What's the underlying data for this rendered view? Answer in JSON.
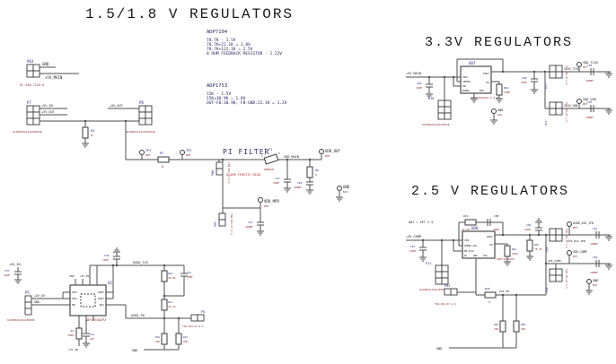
{
  "titles": {
    "v15": "1.5/1.8 V REGULATORS",
    "v33": "3.3V REGULATORS",
    "v25": "2.5 V REGULATORS",
    "pi": "PI FILTER"
  },
  "notes": {
    "adp7104_title": "ADP7104",
    "adp7104_l1": "78.7K - 1.5V",
    "adp7104_l2": "78.7K+22.1K = 1.8V",
    "adp7104_l3": "78.7K+122.1K = 2.5V",
    "adp7104_l4": "0 OHM FEEDBACK RESISTOR - 1.22V",
    "adp1753_title": "ADP1753",
    "adp1753_l1": "15K - 1.5V",
    "adp1753_l2": "15K+30.9K = 1.8V",
    "adp1753_l3": "OUT-FB:30.9K, FB-GND:22.1K = 1.2V",
    "ferrite": "0 OHM FERRITE BEAD",
    "adj": "ADJ = SET 2.5"
  },
  "colors": {
    "ref": "#26267e",
    "value": "#8a2525",
    "net": "#1a1a1a",
    "wire": "#4d4d4d",
    "red_note": "#c03a3a"
  },
  "left": {
    "p03": {
      "ref": "P03",
      "part": "SL.530.1225.0",
      "net1": "GND",
      "net2": "+5V_MAIN"
    },
    "p7": {
      "ref": "P7",
      "part": "61300621121GCEXPCB",
      "net1": "+5V_IN",
      "net2": "+5V_OUT"
    },
    "p8": {
      "ref": "P8",
      "part": "61300621121GCEXPCB",
      "net1": "+5V_OUT"
    },
    "r4": {
      "ref": "R4",
      "val": "0"
    },
    "tp1": {
      "ref": "TP1",
      "val": "WHT"
    },
    "tp2": {
      "ref": "TP2",
      "val": "WHT"
    },
    "r7": {
      "ref": "R7",
      "val": "0"
    },
    "p06": {
      "ref": "P06",
      "part": "TSW-102-07-G-S"
    },
    "p07": {
      "ref": "P07",
      "part": "TSW-102-07-G-S"
    },
    "f1": {
      "ref": "F1",
      "val": "0805GH",
      "pin1": "1",
      "pin2": "2"
    },
    "net_vdd": "VDD_MAIN",
    "tp_out": {
      "net": "VDD_OUT",
      "val": "WHT"
    },
    "r8": {
      "ref": "R8",
      "val": "0"
    },
    "c21": {
      "ref": "C21",
      "val": "10UF"
    },
    "c20": {
      "ref": "C20",
      "val": "100NF"
    },
    "tp_gnd": {
      "net": "GND",
      "val": "BLK"
    },
    "tp_mpr": {
      "net": "VDD_MPR",
      "val": "WHT"
    },
    "c23": {
      "ref": "C23",
      "val": "100NF"
    }
  },
  "lreg": {
    "net_in": "+5V_IN",
    "c07": {
      "ref": "C07",
      "val": "10UF"
    },
    "p5": {
      "ref": "P5",
      "part": "61300621121GCEXPCB",
      "net1": "+5V_IN",
      "net2": "GND"
    },
    "u2": {
      "ref": "U2",
      "part": "ADP1753ACPZ",
      "pl1": "VIN",
      "pl2": "VIN",
      "pl3": "EN",
      "pr1": "VOUT",
      "pr2": "VOUT",
      "pr3": "ADJ",
      "nt1": "GND",
      "nt2": "+5V_IN"
    },
    "c26": {
      "ref": "C26",
      "val": "10UF"
    },
    "net_out": "AVDD_1V5",
    "r10": {
      "ref": "R10",
      "val": "30.9K"
    },
    "c13": {
      "ref": "C13",
      "val": "10NF"
    },
    "r11": {
      "ref": "R11",
      "val": "22.1K"
    },
    "net_fb": "AVDD_FB",
    "p6": {
      "ref": "P6",
      "part": "TSW-102-07-G-S"
    },
    "r12": {
      "ref": "R12",
      "val": "10K"
    },
    "r13": {
      "ref": "R13",
      "val": "10K"
    },
    "net_gnd": "GND",
    "r2": {
      "ref": "R2",
      "val": "100K"
    },
    "c12": {
      "ref": "C12",
      "val": "1UF"
    },
    "net_en": "+5V_IN"
  },
  "s33": {
    "net_in": "+5V_MAIN",
    "c66": {
      "ref": "C66",
      "val": "10UF"
    },
    "p10": {
      "ref": "P10",
      "part": "61300621121GCEXPCB"
    },
    "u07": {
      "ref": "U07",
      "part": "ADP7104ACPZ-3.3-R7",
      "pl1": "VIN",
      "pl2": "SENSE",
      "pl3": "EN",
      "pl4": "NC",
      "pr1": "VOUT",
      "pr2": "PG",
      "pb1": "GND",
      "pb2": "PAD"
    },
    "r62": {
      "ref": "R62",
      "val": "100K"
    },
    "c68": {
      "ref": "C68",
      "val": "10UF"
    },
    "tp_gnd": {
      "net": "GND",
      "val": "BLK"
    },
    "br1": {
      "net": "3.3V_TCXO",
      "pref": "P12",
      "ppart": "TSW-102-07-G-S",
      "tp": "VDD_TCXO",
      "tpv": "WHT",
      "cref": "C24",
      "cval": "100NF"
    },
    "br2": {
      "net": "3.3V_USB",
      "pref": "P13",
      "ppart": "TSW-102-07-G-S",
      "tp": "VDD_USB",
      "tpv": "WHT",
      "cref": "C25",
      "cval": "100NF"
    }
  },
  "s25": {
    "net_in": "+5V_COMM",
    "c67": {
      "ref": "C67",
      "val": "10UF"
    },
    "p11": {
      "ref": "P11",
      "part": "61300621121GCEXPCB"
    },
    "u08": {
      "ref": "U08",
      "part": "ADP7104ACPZ",
      "pl1": "VIN",
      "pl2": "SENSE_ADJ",
      "pl3": "EN_UVLO",
      "pr1": "VOUT",
      "pr2": "PG",
      "pb1": "NC",
      "pb2": "GND",
      "pb3": "PAD"
    },
    "r41": {
      "ref": "R41",
      "val": "22.1K"
    },
    "c88": {
      "ref": "C88",
      "val": "10NF"
    },
    "r44": {
      "ref": "R44",
      "val": "100K"
    },
    "r47": {
      "ref": "R47",
      "val": "78.7K"
    },
    "c60": {
      "ref": "C60",
      "val": "10UF"
    },
    "br1": {
      "net": "2V5_DIG_IFB",
      "pref": "P08",
      "ppart": "TSW-102-07-G-S",
      "tp": "DVDD_DIG_IFB",
      "tpv": "WHT",
      "cref": "C61",
      "cval": "100NF"
    },
    "br2": {
      "net": "2V5_COMM",
      "pref": "P09",
      "ppart": "TSW-102-07-G-S",
      "tp": "VDD_COMM",
      "tpv": "WHT",
      "cref": "C62",
      "cval": "100NF"
    },
    "tp_gnd": {
      "net": "GND",
      "val": "BLK"
    },
    "p02": {
      "ref": "P02",
      "part": "TSW-102-07-G-S"
    },
    "r48": {
      "ref": "R48",
      "val": "0"
    },
    "net_fb": "2V5_FB",
    "r49": {
      "ref": "R49",
      "val": "10K"
    },
    "r50": {
      "ref": "R50",
      "val": "10K"
    },
    "net_gnd": "GND"
  }
}
